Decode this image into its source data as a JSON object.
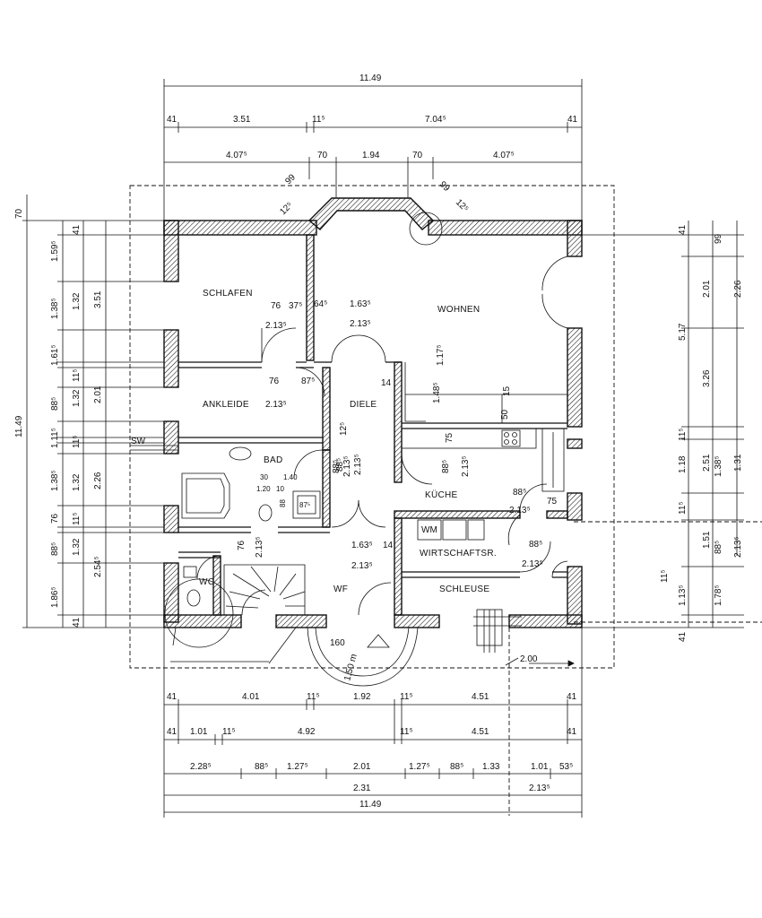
{
  "rooms": {
    "schlafen": "SCHLAFEN",
    "wohnen": "WOHNEN",
    "ankleide": "ANKLEIDE",
    "diele": "DIELE",
    "bad": "BAD",
    "kueche": "KÜCHE",
    "wirtschaft": "WIRTSCHAFTSR.",
    "schleuse": "SCHLEUSE",
    "wc": "WC",
    "wf": "WF",
    "wm": "WM",
    "sw": "SW"
  },
  "top_dims": {
    "overall": "11.49",
    "row2": [
      "41",
      "3.51",
      "11⁵",
      "7.04⁵",
      "41"
    ],
    "row3": [
      "4.07⁵",
      "70",
      "1.94",
      "70",
      "4.07⁵"
    ],
    "bay_left": [
      "99",
      "12⁵"
    ],
    "bay_right": [
      "99",
      "12⁵"
    ]
  },
  "left_dims": {
    "overall": "11.49",
    "top": "70",
    "col_a": [
      "1.59⁵",
      "1.38⁵",
      "1.61⁵",
      "88⁵",
      "1.11⁵",
      "1.38⁵",
      "76",
      "88⁵",
      "1.86⁵"
    ],
    "col_b": [
      "41",
      "1.32",
      "11⁵",
      "1.32",
      "11⁵",
      "1.32",
      "11⁵",
      "1.32",
      "41"
    ],
    "col_c": [
      "3.51",
      "2.01",
      "2.26",
      "2.54⁵"
    ]
  },
  "right_dims": {
    "col_a": [
      "41",
      "5.17",
      "11⁵",
      "1.18",
      "11⁵",
      "1.13⁵",
      "41"
    ],
    "col_b": [
      "2.01",
      "3.26",
      "2.51",
      "1.51"
    ],
    "col_c": [
      "99",
      "2.26",
      "1.38⁵",
      "88⁵",
      "1.78⁵"
    ],
    "col_d": [
      "1.31",
      "2.13⁵"
    ],
    "side": "11⁵"
  },
  "bottom_dims": {
    "row1": [
      "41",
      "4.01",
      "11⁵",
      "1.92",
      "11⁵",
      "4.51",
      "41"
    ],
    "row2": [
      "41",
      "1.01",
      "11⁵",
      "4.92",
      "11⁵",
      "4.51",
      "41"
    ],
    "row3": [
      "2.28⁵",
      "88⁵",
      "1.27⁵",
      "2.01",
      "1.27⁵",
      "88⁵",
      "1.33",
      "1.01",
      "53⁵"
    ],
    "row4": [
      "2.31",
      "2.13⁵"
    ],
    "overall": "11.49",
    "terrace": "2.00"
  },
  "door_labels": {
    "schlafen": [
      "76",
      "37⁵",
      "2.13⁵"
    ],
    "wohnen": [
      "64⁵",
      "1.63⁵",
      "2.13⁵"
    ],
    "ankleide": [
      "76",
      "87⁵",
      "2.13⁵"
    ],
    "diele_14": "14",
    "diele_window": [
      "1.17⁵",
      "1.48⁵"
    ],
    "kitchen_sill": [
      "50",
      "15"
    ],
    "diele_vert": [
      "88⁵",
      "2.13⁵"
    ],
    "diele_12": "12⁵",
    "kueche_top": "75",
    "kueche": [
      "88⁵",
      "2.13⁵"
    ],
    "kueche_side": [
      "88⁵",
      "2.13⁵",
      "75"
    ],
    "wirtschaft": [
      "88⁵",
      "2.13⁵"
    ],
    "bad": [
      "88⁵",
      "2.13⁵"
    ],
    "bad_fixture": [
      "30",
      "1.40",
      "1.20",
      "10",
      "88",
      "87⁵"
    ],
    "wc": [
      "76",
      "2.13⁵"
    ],
    "wf": [
      "1.63⁵",
      "14",
      "2.13⁵"
    ],
    "stairs": "1.50 m",
    "stair_160": "160"
  }
}
